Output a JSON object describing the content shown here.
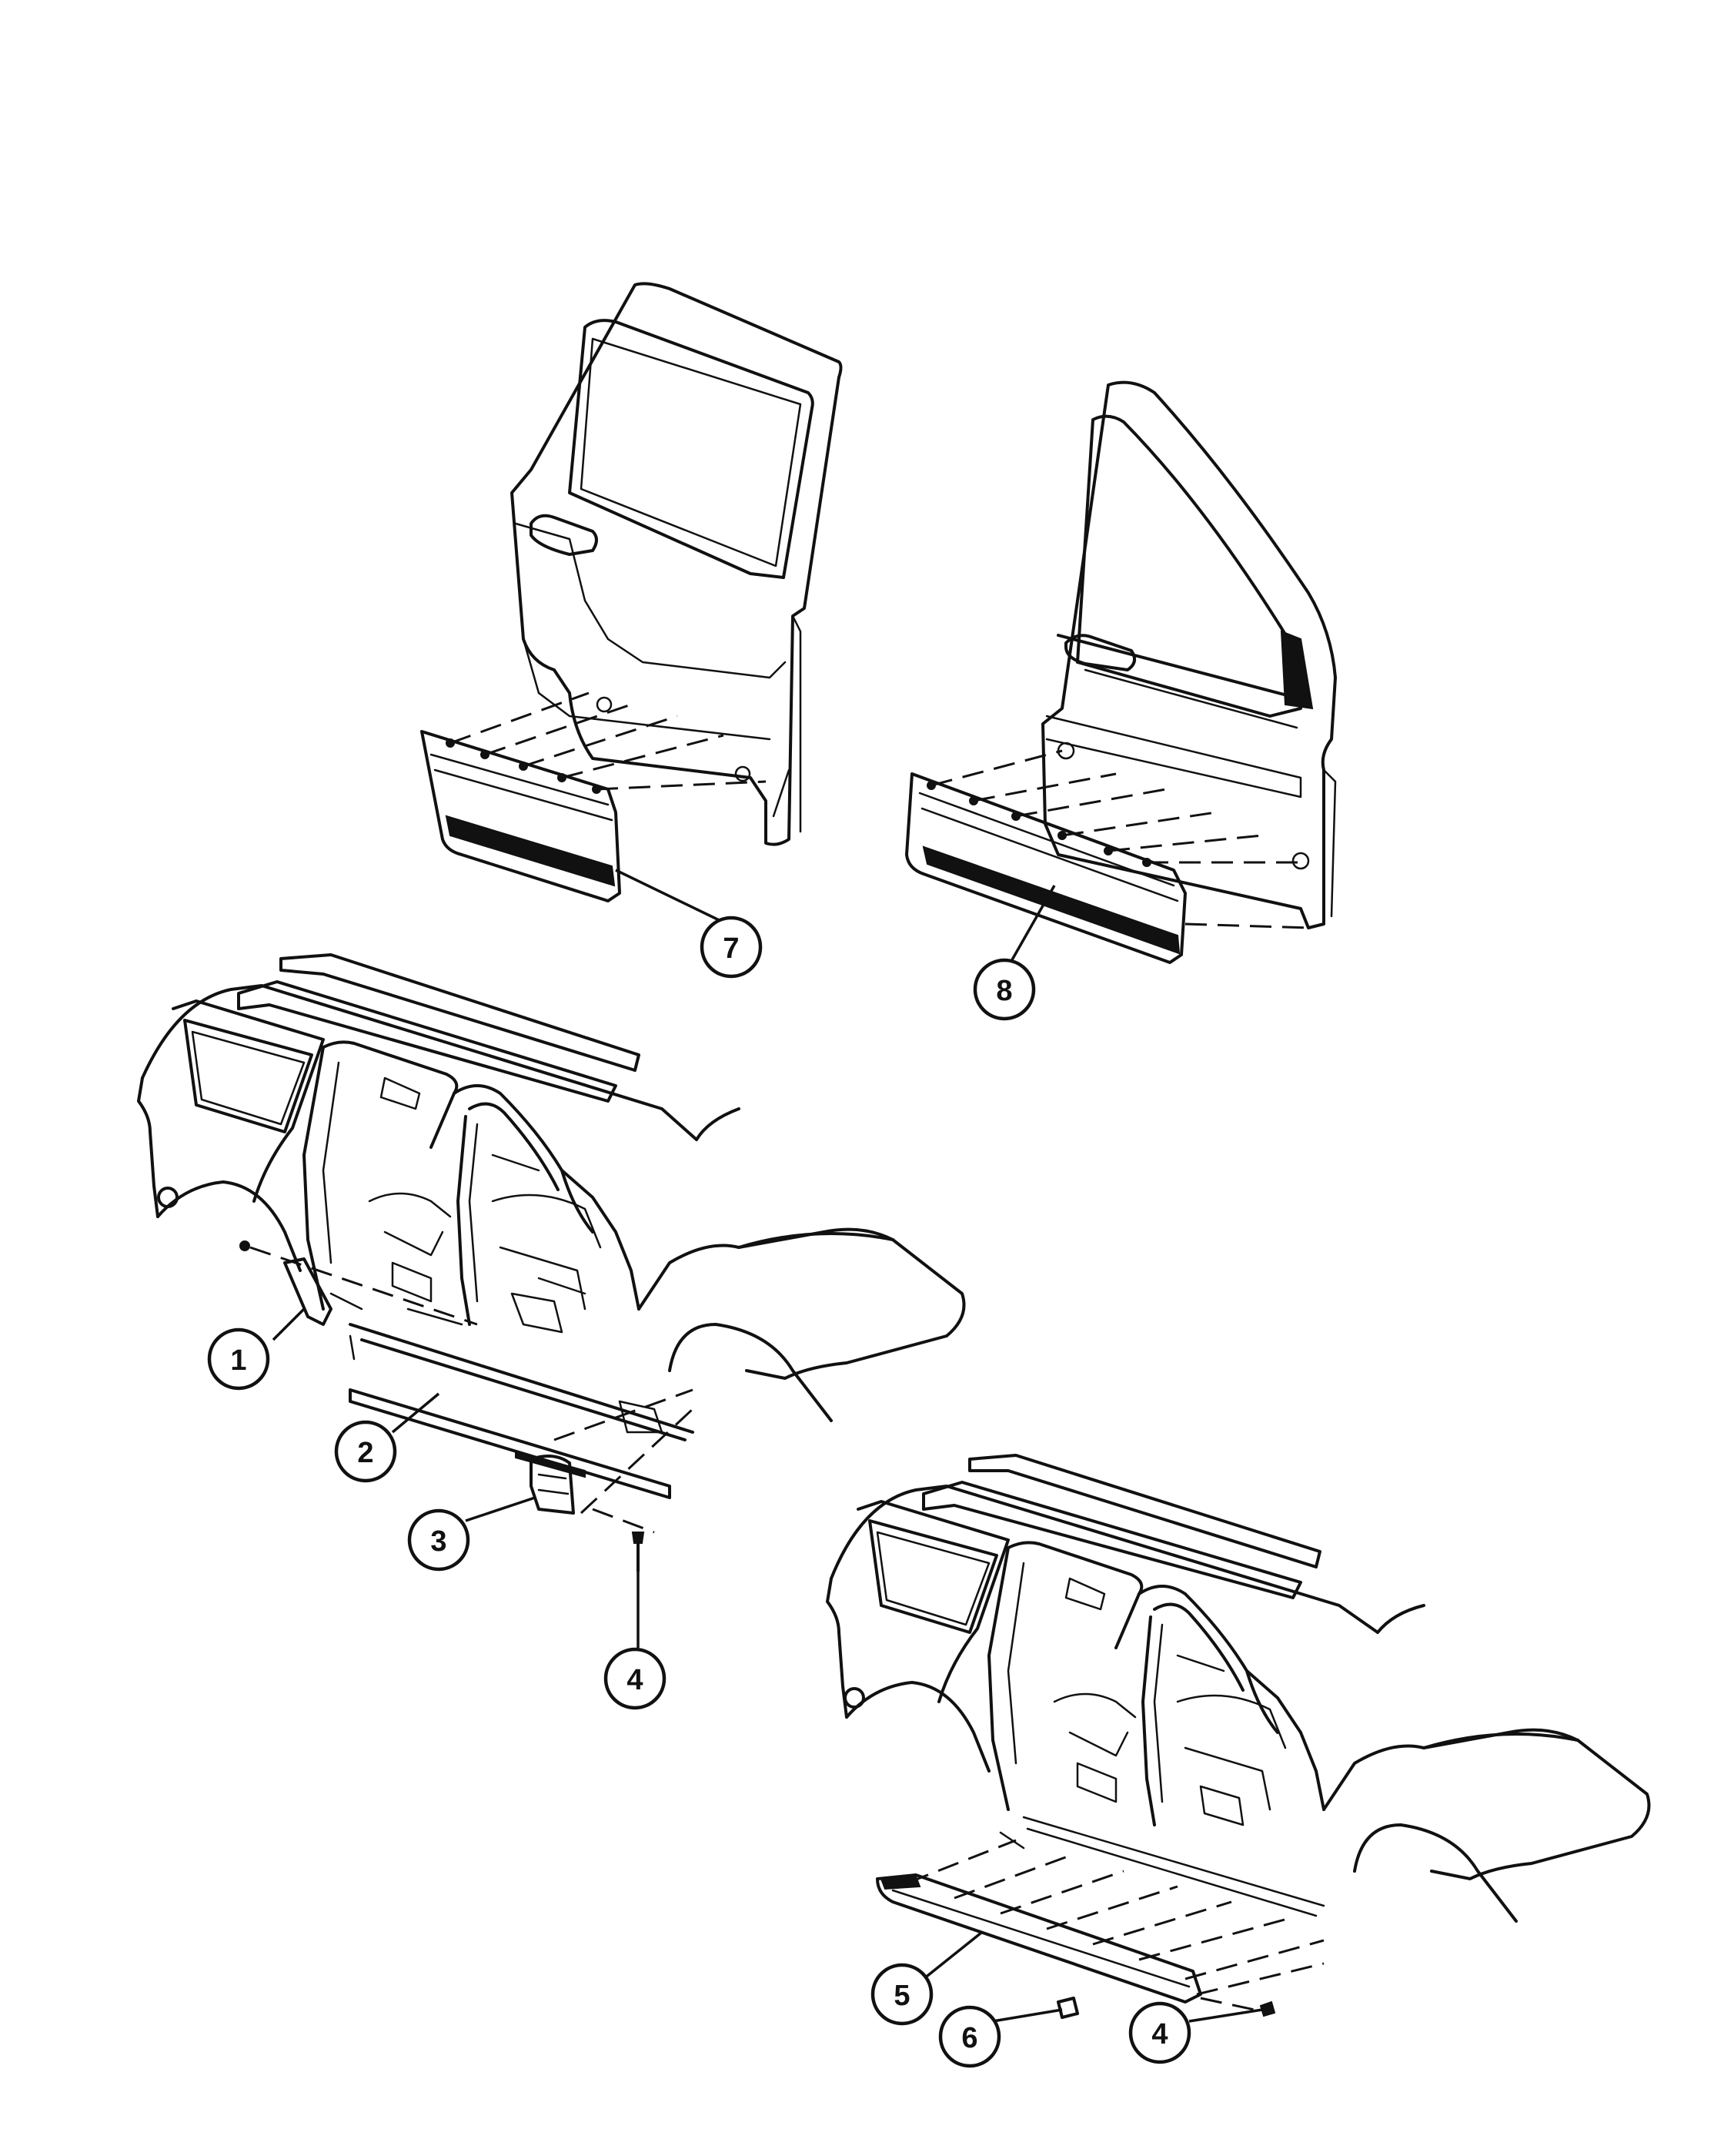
{
  "callouts": [
    {
      "id": "c1",
      "label": "1"
    },
    {
      "id": "c2",
      "label": "2"
    },
    {
      "id": "c3",
      "label": "3"
    },
    {
      "id": "c4a",
      "label": "4"
    },
    {
      "id": "c5",
      "label": "5"
    },
    {
      "id": "c6",
      "label": "6"
    },
    {
      "id": "c4b",
      "label": "4"
    },
    {
      "id": "c7",
      "label": "7"
    },
    {
      "id": "c8",
      "label": "8"
    }
  ]
}
